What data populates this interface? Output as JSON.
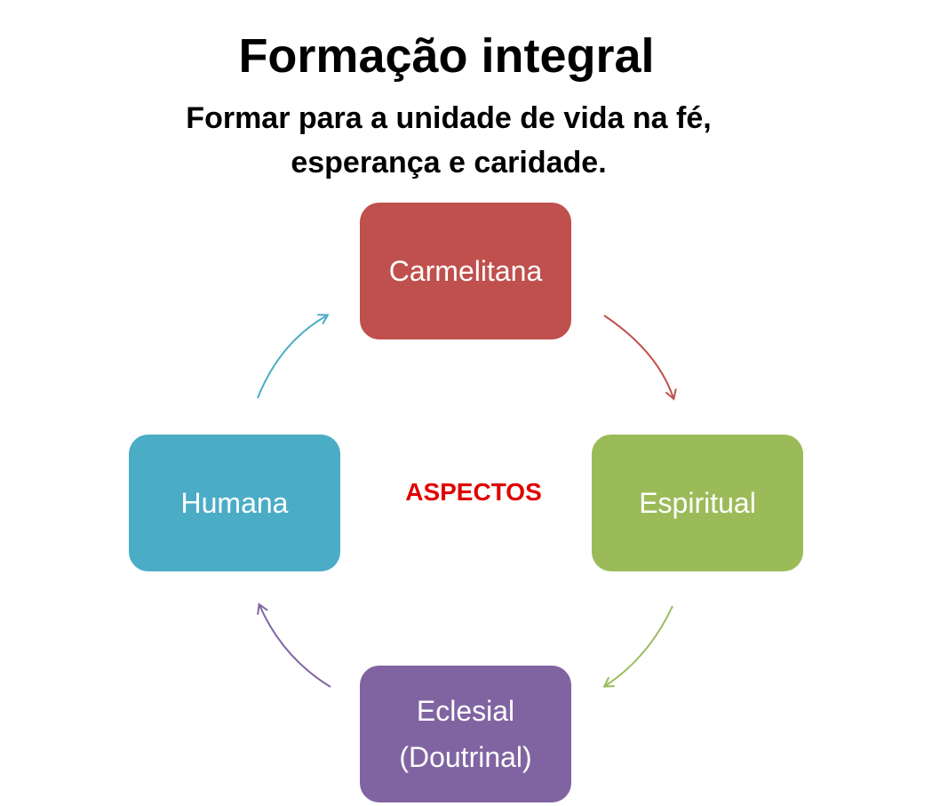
{
  "title": "Formação integral",
  "subtitle_line1": "Formar para a unidade de vida  na fé,",
  "subtitle_line2": "esperança e caridade.",
  "center_label": "ASPECTOS",
  "colors": {
    "center_label": "#e00000",
    "carmelitana": "#c0504d",
    "espiritual": "#9bbb59",
    "eclesial": "#8064a2",
    "humana": "#4bacc6"
  },
  "nodes": {
    "carmelitana": {
      "label": "Carmelitana"
    },
    "espiritual": {
      "label": "Espiritual"
    },
    "eclesial": {
      "line1": "Eclesial",
      "line2": "(Doutrinal)"
    },
    "humana": {
      "label": "Humana"
    }
  }
}
